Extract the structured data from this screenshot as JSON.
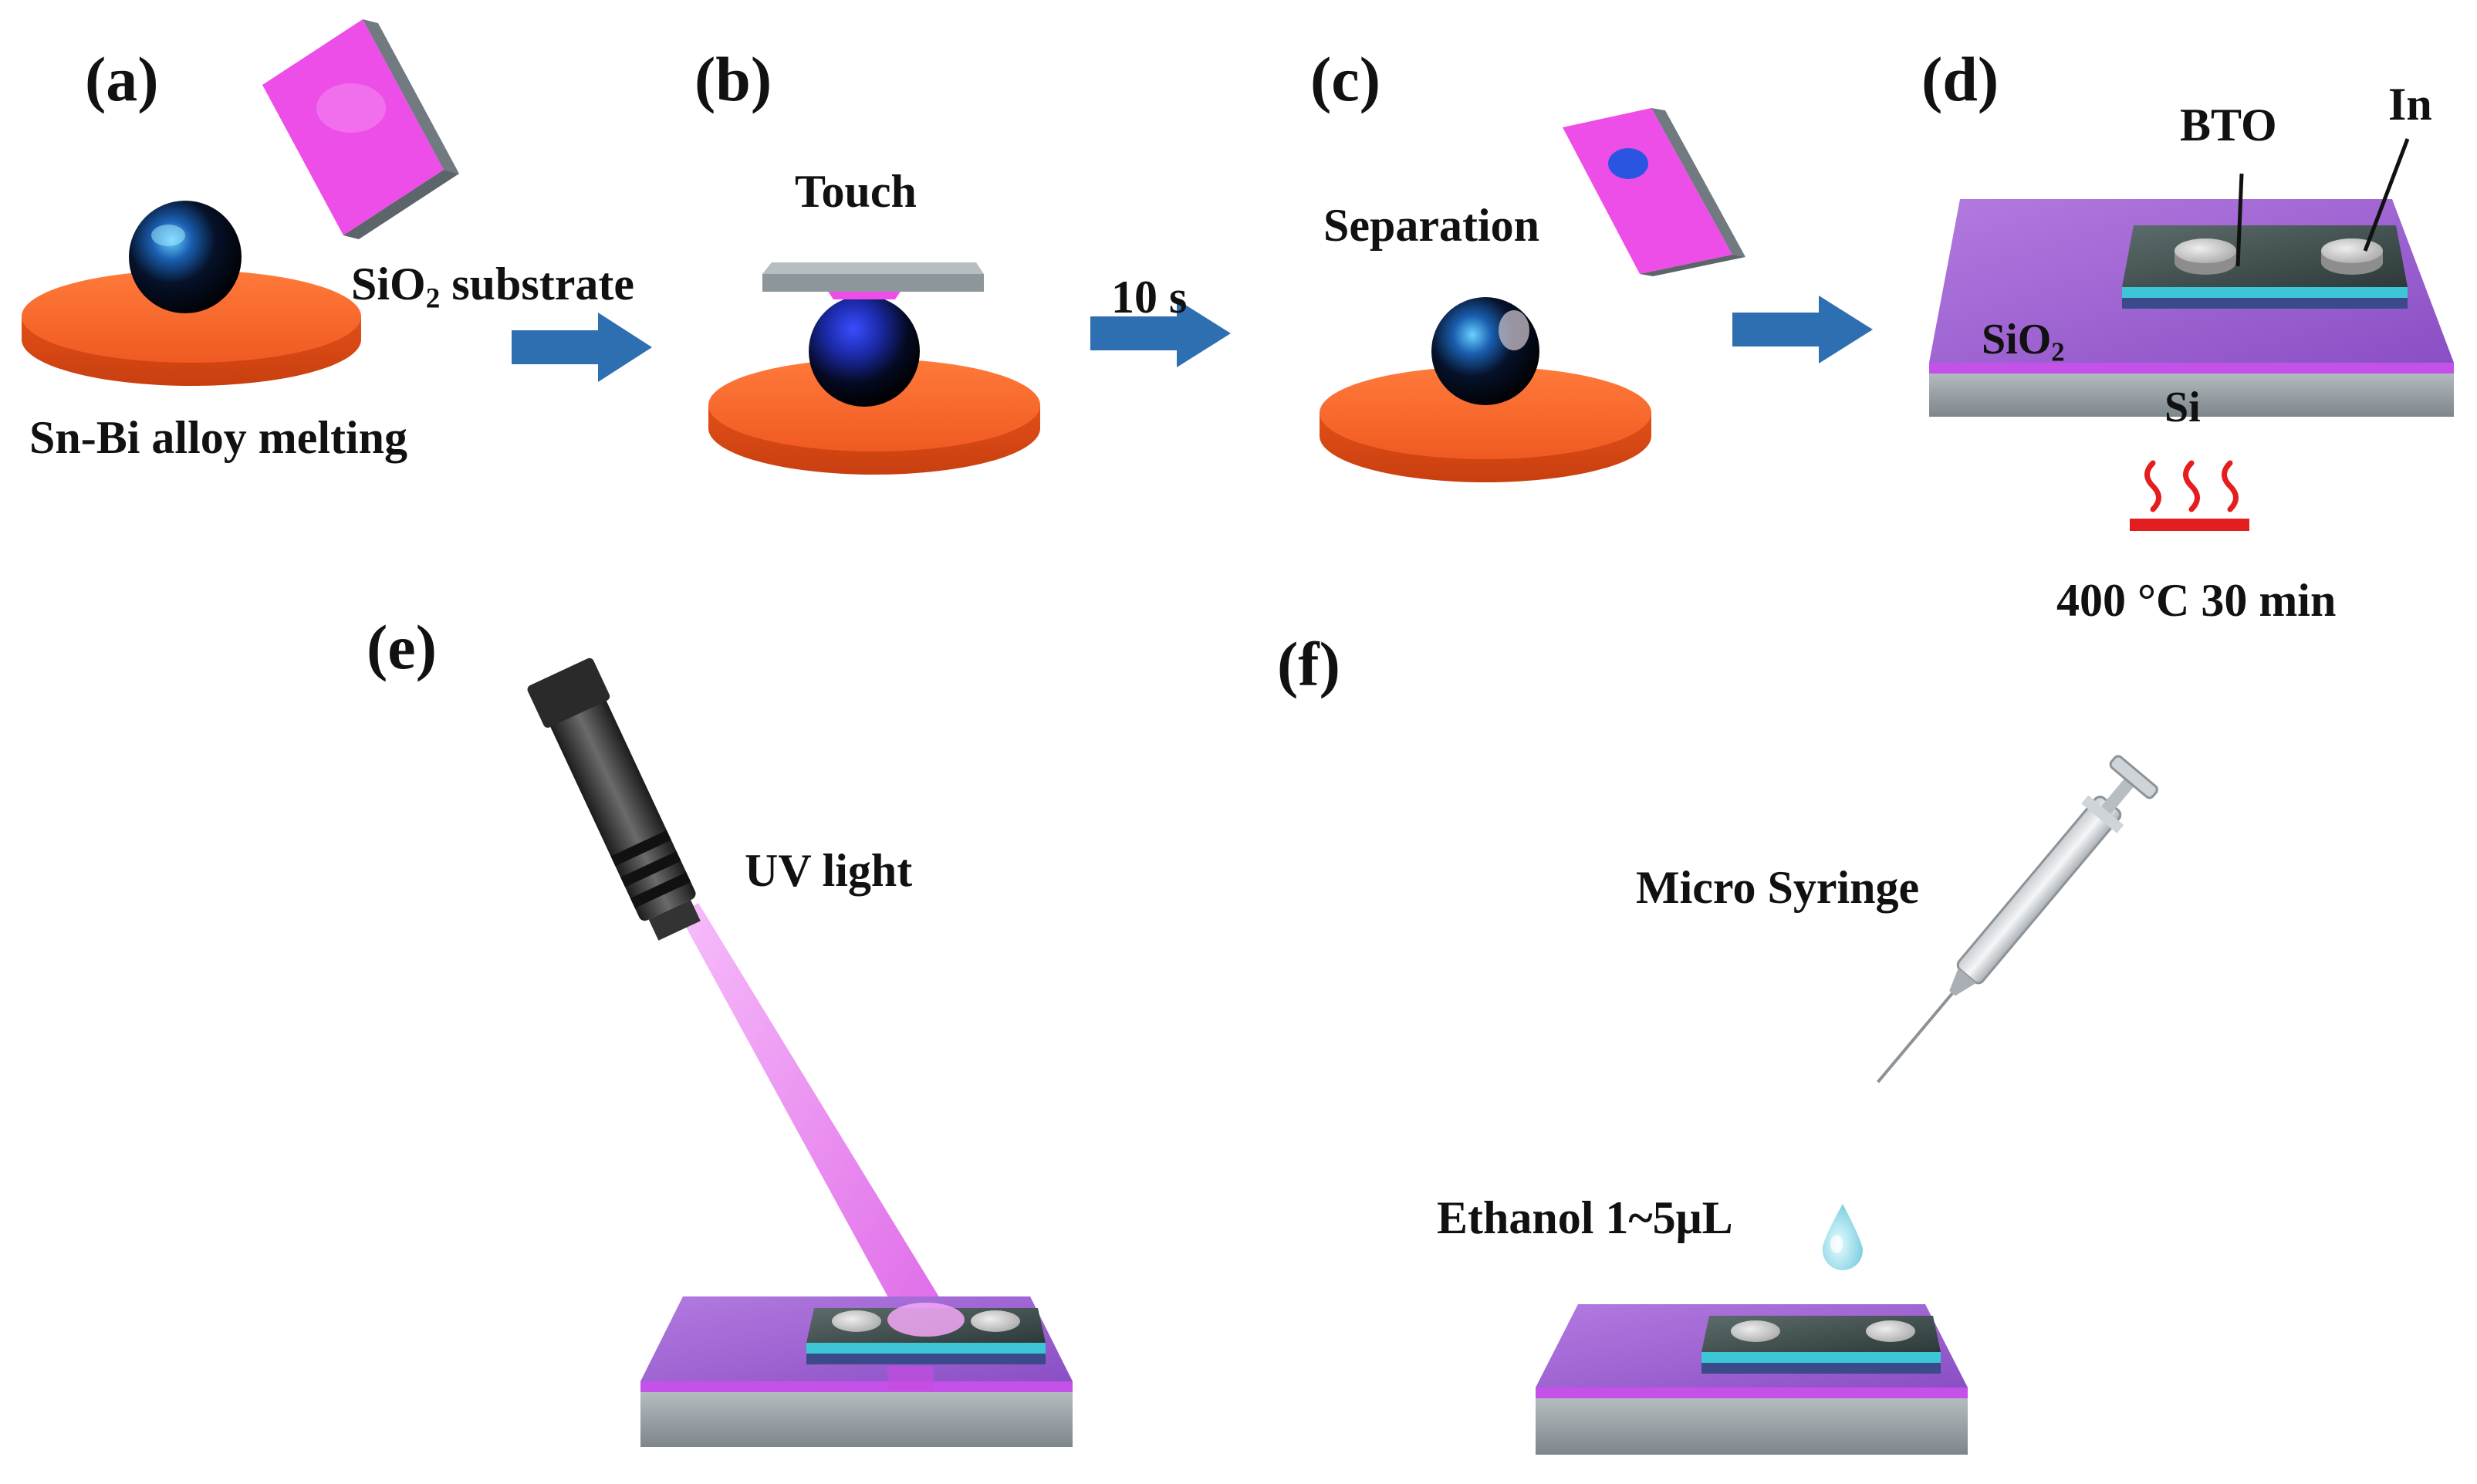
{
  "panels": {
    "a": "(a)",
    "b": "(b)",
    "c": "(c)",
    "d": "(d)",
    "e": "(e)",
    "f": "(f)"
  },
  "labels": {
    "substrate_prefix": "SiO",
    "substrate_sub": "2",
    "substrate_suffix": " substrate",
    "alloy": "Sn-Bi alloy melting",
    "touch": "Touch",
    "time": "10 s",
    "separation": "Separation",
    "bto": "BTO",
    "indium": "In",
    "sio2_prefix": "SiO",
    "sio2_sub": "2",
    "si": "Si",
    "anneal": "400 °C 30 min",
    "uv_light": "UV light",
    "syringe": "Micro Syringe",
    "ethanol": "Ethanol 1~5μL"
  },
  "colors": {
    "hotplate": "#f2622a",
    "arrow": "#2e6fb2",
    "substrate_pink": "#ee4ee8",
    "film_purple": "#9b5fd0",
    "bto_film": "#3a4a4a",
    "interlayer_cyan": "#3cc6d6",
    "heater_red": "#e41e1e",
    "uv_beam": "#e866f0",
    "silicon_gray": "#9aa3a8"
  }
}
